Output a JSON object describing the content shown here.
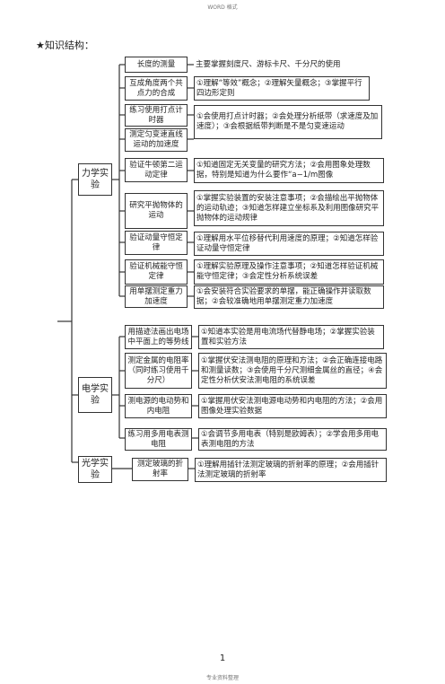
{
  "header": "WORD 格式",
  "title": "★知识结构：",
  "categories": {
    "mechanics": "力学实验",
    "electricity": "电学实验",
    "optics": "光学实验"
  },
  "mechanics_items": [
    {
      "topic": "长度的测量",
      "content": "主要掌握刻度尺、游标卡尺、千分尺的使用"
    },
    {
      "topic": "互成角度两个共点力的合成",
      "content": "①理解“等效”概念；②理解矢量概念；③掌握平行四边形定则"
    },
    {
      "topic": "练习使用打点计时器",
      "content": "①会使用打点计时器；②会处理分析纸带（求速度及加速度）；③会根据纸带判断是不是匀变速运动"
    },
    {
      "topic": "测定匀变速直线运动的加速度",
      "content": ""
    },
    {
      "topic": "验证牛顿第二运动定律",
      "content": "①知道固定无关变量的研究方法；②会用图象处理数据，特别是知道为什么要作“a−1/m图像"
    },
    {
      "topic": "研究平抛物体的运动",
      "content": "①掌握实验装置的安装注意事项；②会描绘出平抛物体的运动轨迹；③知道怎样建立坐标系及利用图像研究平抛物体的运动规律"
    },
    {
      "topic": "验证动量守恒定律",
      "content": "①理解用水平位移替代利用速度的原理；②知道怎样验证动量守恒定律"
    },
    {
      "topic": "验证机械能守恒定律",
      "content": "①理解实验原理及操作注意事项；②知道怎样验证机械能守恒定律；③会定性分析系统误差"
    },
    {
      "topic": "用单摆测定重力加速度",
      "content": "①会安装符合实验要求的单摆，能正确操作并读取数据；②会较准确地用单摆测定重力加速度"
    }
  ],
  "electricity_items": [
    {
      "topic": "用描迹法画出电场中平面上的等势线",
      "content": "①知道本实验是用电流场代替静电场；②掌握实验装置和实验方法"
    },
    {
      "topic": "测定金属的电阻率（同时练习使用千分尺）",
      "content": "①掌握伏安法测电阻的原理和方法；②会正确连接电路和测量读数；③会使用千分尺测细金属丝的直径；④会定性分析伏安法测电阻的系统误差"
    },
    {
      "topic": "测电源的电动势和内电阻",
      "content": "①掌握用伏安法测电源电动势和内电阻的方法；②会用图像处理实验数据"
    },
    {
      "topic": "练习用多用电表测电阻",
      "content": "①会调节多用电表（特别是欧姆表）；②学会用多用电表测电阻的方法"
    }
  ],
  "optics_items": [
    {
      "topic": "测定玻璃的折射率",
      "content": "①理解用插针法测定玻璃的折射率的原理；②会用插针法测定玻璃的折射率"
    }
  ],
  "page_number": "1",
  "footer": "专业资料整理"
}
